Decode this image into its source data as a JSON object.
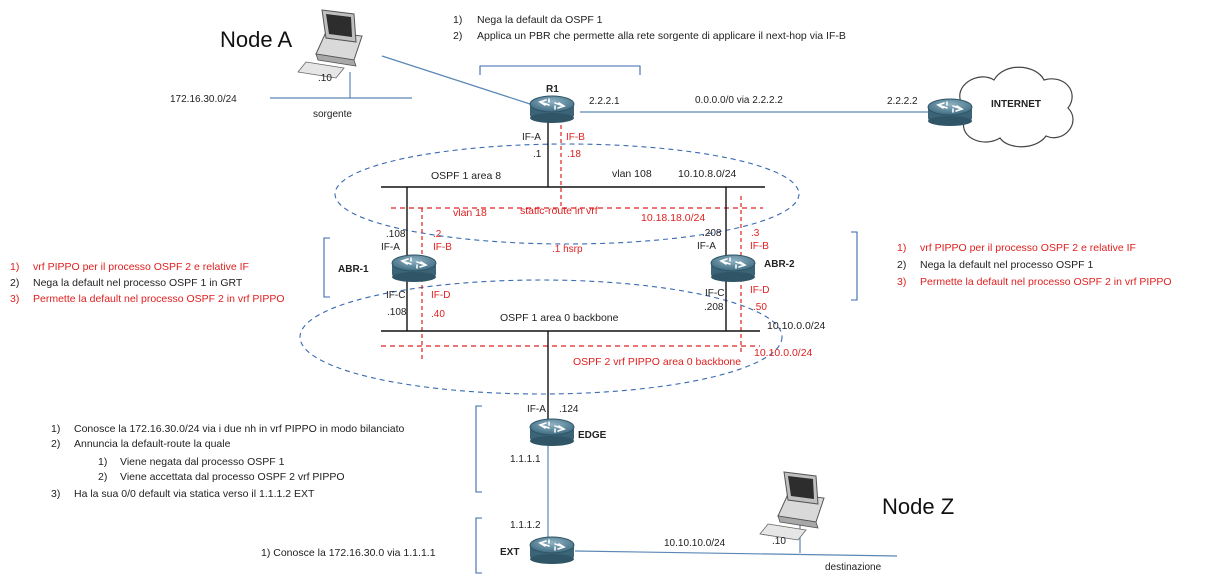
{
  "nodes": {
    "node_a": "Node A",
    "node_z": "Node Z",
    "r1": "R1",
    "abr1": "ABR-1",
    "abr2": "ABR-2",
    "edge": "EDGE",
    "ext": "EXT",
    "internet": "INTERNET"
  },
  "r1_notes": [
    "1)",
    "Nega  la default da OSPF 1",
    "2)",
    "Applica un PBR che permette  alla rete sorgente di applicare il next-hop via IF-B"
  ],
  "abr1_notes": [
    {
      "num": "1)",
      "text": "vrf PIPPO per il processo OSPF 2 e relative IF",
      "color": "#e02020"
    },
    {
      "num": "2)",
      "text": "Nega  la default nel processo OSPF 1 in GRT",
      "color": "#222222"
    },
    {
      "num": "3)",
      "text": "Permette  la default nel processo OSPF 2  in vrf PIPPO",
      "color": "#e02020"
    }
  ],
  "abr2_notes": [
    {
      "num": "1)",
      "text": "vrf PIPPO per il processo OSPF 2 e relative IF",
      "color": "#e02020"
    },
    {
      "num": "2)",
      "text": "Nega  la default nel processo OSPF 1",
      "color": "#222222"
    },
    {
      "num": "3)",
      "text": "Permette  la default nel processo OSPF 2  in vrf PIPPO",
      "color": "#e02020"
    }
  ],
  "edge_notes": {
    "l1_num": "1)",
    "l1": "Conosce la 172.16.30.0/24 via i due nh in vrf PIPPO in modo bilanciato",
    "l2_num": "2)",
    "l2": "Annuncia la default-route la quale",
    "l2a_num": "1)",
    "l2a": "Viene negata dal processo OSPF 1",
    "l2b_num": "2)",
    "l2b": "Viene accettata dal processo OSPF 2 vrf PIPPO",
    "l3_num": "3)",
    "l3": "Ha  la sua 0/0 default via statica verso il 1.1.1.2 EXT"
  },
  "ext_note": "1) Conosce la 172.16.30.0 via 1.1.1.1",
  "labels": {
    "host_a_ip": ".10",
    "src_net": "172.16.30.0/24",
    "sorgente": "sorgente",
    "r1_wan_ip": "2.2.2.1",
    "static_default": "0.0.0.0/0  via 2.2.2.2",
    "inet_ip": "2.2.2.2",
    "r1_ifa": "IF-A",
    "r1_ifb": "IF-B",
    "r1_ifa_ip": ".1",
    "r1_ifb_ip": ".18",
    "area8": "OSPF 1 area 8",
    "vlan108": "vlan 108",
    "net108": "10.10.8.0/24",
    "vlan18": "vlan 18",
    "static_vrf": "static-route in vrf",
    "net18": "10.18.18.0/24",
    "abr1_ifa_ip": ".108",
    "abr1_ifa": "IF-A",
    "abr1_ifb_ip": ".2",
    "abr1_ifb": "IF-B",
    "hsrp": ".1 hsrp",
    "abr2_ifa_ip": ".208",
    "abr2_ifa": "IF-A",
    "abr2_ifb_ip": ".3",
    "abr2_ifb": "IF-B",
    "abr1_ifc": "IF-C",
    "abr1_ifd": "IF-D",
    "abr1_ifc_ip": ".108",
    "abr1_ifd_ip": ".40",
    "abr2_ifc": "IF-C",
    "abr2_ifd": "IF-D",
    "abr2_ifc_ip": ".208",
    "abr2_ifd_ip": ".50",
    "area0": "OSPF 1 area 0 backbone",
    "net10_black": "10.10.0.0/24",
    "net10_red": "10.10.0.0/24",
    "ospf2_area0": "OSPF 2 vrf PIPPO area 0 backbone",
    "edge_ifa": "IF-A",
    "edge_ifa_ip": ".124",
    "edge_down_ip": "1.1.1.1",
    "ext_up_ip": "1.1.1.2",
    "dest_net": "10.10.10.0/24",
    "host_z_ip": ".10",
    "destinazione": "destinazione"
  },
  "colors": {
    "red": "#e02020",
    "line": "#111111",
    "ellipse": "#3a6ab0",
    "bracket": "#3a6ab0",
    "router_body": "#4a7589",
    "link": "#5b87b5"
  },
  "icons": [
    "router-icon",
    "computer-icon",
    "cloud-icon"
  ]
}
